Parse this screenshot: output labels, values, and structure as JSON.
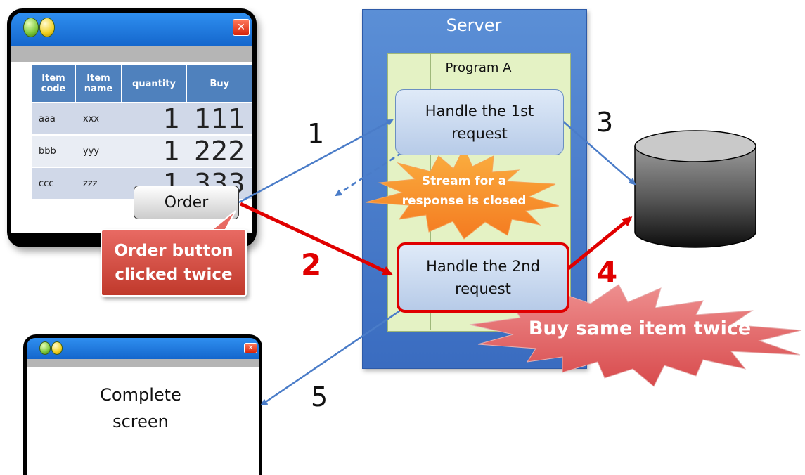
{
  "order_window": {
    "table": {
      "headers": [
        "Item code",
        "Item name",
        "quantity",
        "Buy"
      ],
      "header_lines": [
        [
          "Item",
          "code"
        ],
        [
          "Item",
          "name"
        ],
        [
          "quantity"
        ],
        [
          "Buy"
        ]
      ],
      "rows": [
        [
          "aaa",
          "xxx",
          "1",
          "111"
        ],
        [
          "bbb",
          "yyy",
          "1",
          "222"
        ],
        [
          "ccc",
          "zzz",
          "1",
          "333"
        ]
      ]
    },
    "order_button_label": "Order",
    "callout": [
      "Order button",
      "clicked twice"
    ]
  },
  "complete_window": {
    "text": [
      "Complete",
      "screen"
    ]
  },
  "server": {
    "title": "Server",
    "program_title": "Program A",
    "request1": [
      "Handle the 1st",
      "request"
    ],
    "request2": [
      "Handle the 2nd",
      "request"
    ]
  },
  "stream_burst": [
    "Stream for a",
    "response is closed"
  ],
  "buy_burst": "Buy same item twice",
  "steps": [
    "1",
    "2",
    "3",
    "4",
    "5"
  ],
  "colors": {
    "accent_red": "#e00000",
    "server_blue": "#4a7fcf",
    "program_green": "#e4f2c4",
    "burst_orange": "#f7931e",
    "burst_red": "#e0666a"
  },
  "icons": {
    "window_dots": [
      "green-dot-icon",
      "yellow-dot-icon"
    ],
    "window_close": "close-icon",
    "database": "database-cylinder-icon"
  }
}
